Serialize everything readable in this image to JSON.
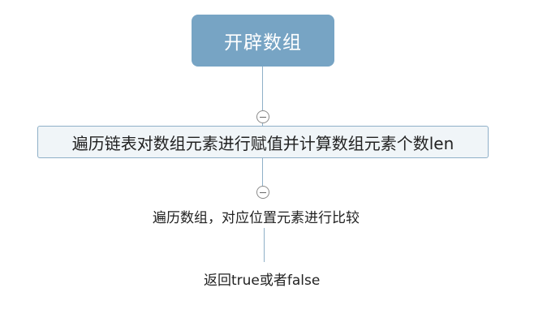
{
  "nodes": {
    "root": "开辟数组",
    "traverse_list": "遍历链表对数组元素进行赋值并计算数组元素个数len",
    "traverse_array": "遍历数组，对应位置元素进行比较",
    "return_result": "返回true或者false"
  },
  "colors": {
    "root_fill": "#77a4c4",
    "box_fill": "#f0f5f8",
    "box_border": "#8fb0c8",
    "connector": "#8fb0c8"
  },
  "icons": {
    "collapse": "minus-circle-icon"
  }
}
